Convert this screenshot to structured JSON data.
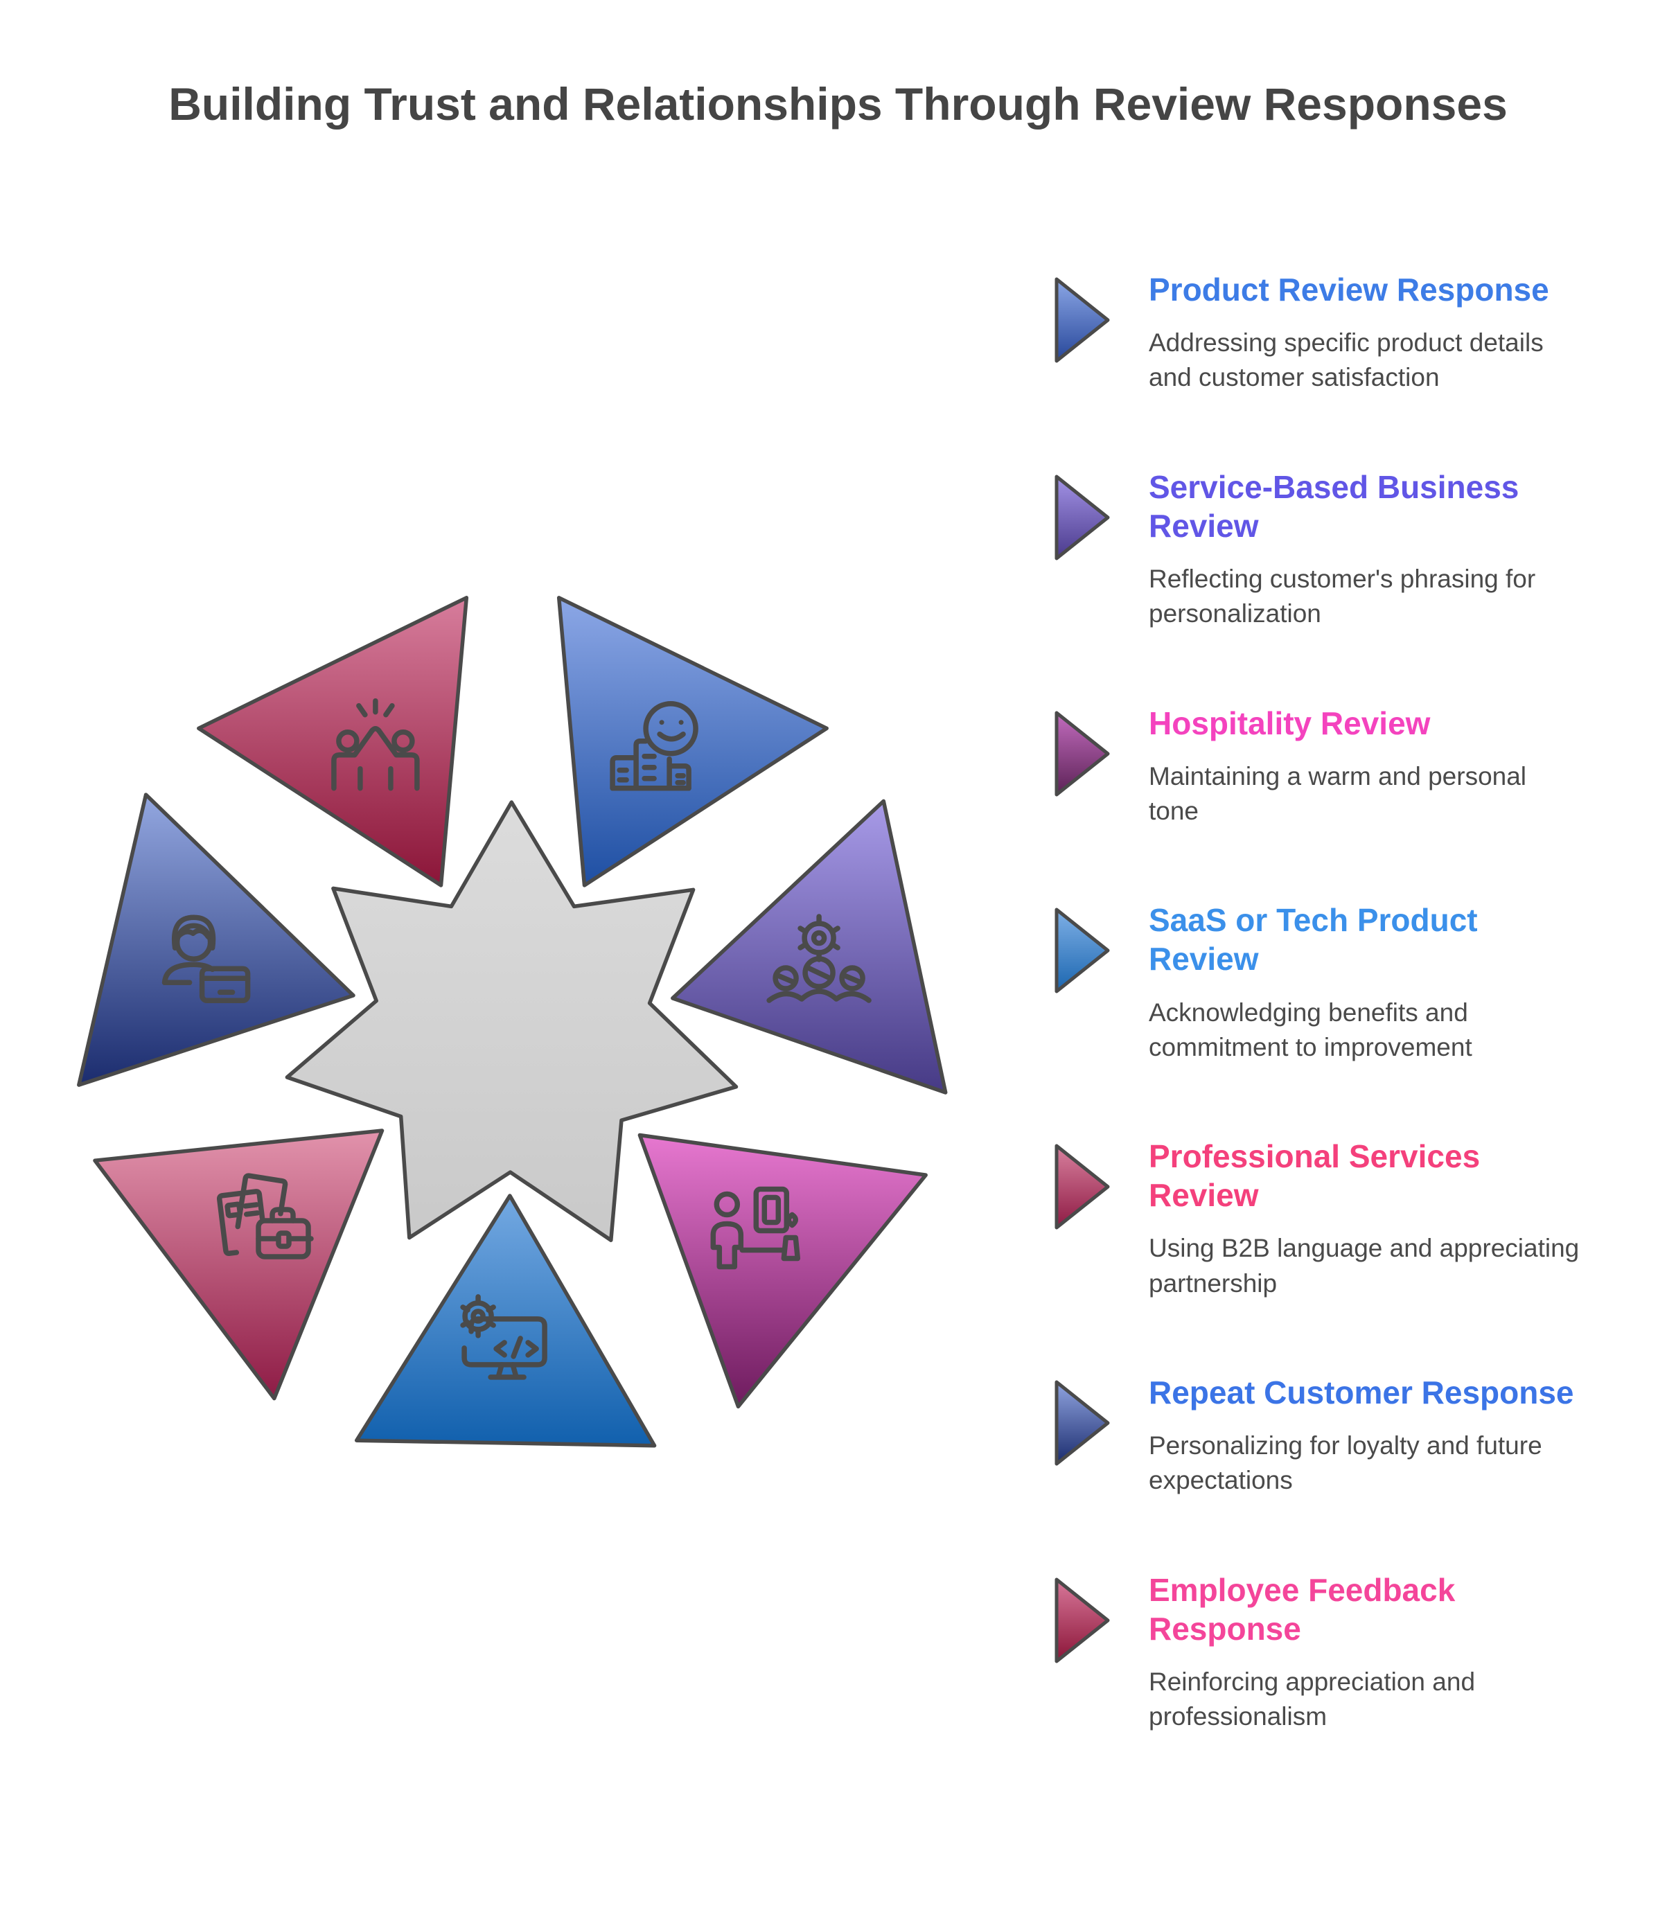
{
  "title": "Building Trust and Relationships Through Review Responses",
  "colors": {
    "background": "#FFFFFF",
    "title_text": "#454545",
    "body_text": "#4A4A4A",
    "outline": "#4A4A4A"
  },
  "legend": {
    "items": [
      {
        "label": "Product Review Response",
        "description": "Addressing specific product details and customer satisfaction",
        "title_color": "#3D7CE6",
        "marker_light": "#8CA7E6",
        "marker_dark": "#27479A"
      },
      {
        "label": "Service-Based Business Review",
        "description": "Reflecting customer's phrasing for personalization",
        "title_color": "#6156E6",
        "marker_light": "#A393E6",
        "marker_dark": "#4A3A8C"
      },
      {
        "label": "Hospitality Review",
        "description": "Maintaining a warm and personal tone",
        "title_color": "#F443BE",
        "marker_light": "#C26CBE",
        "marker_dark": "#5C2256"
      },
      {
        "label": "SaaS or Tech Product Review",
        "description": "Acknowledging benefits and commitment to improvement",
        "title_color": "#3B90EA",
        "marker_light": "#7FB0E6",
        "marker_dark": "#1B66B0"
      },
      {
        "label": "Professional Services Review",
        "description": "Using B2B language and appreciating partnership",
        "title_color": "#F4407C",
        "marker_light": "#D8809E",
        "marker_dark": "#8E1B44"
      },
      {
        "label": "Repeat Customer Response",
        "description": "Personalizing for loyalty and future expectations",
        "title_color": "#3B74E6",
        "marker_light": "#90A4E0",
        "marker_dark": "#1B2C6E"
      },
      {
        "label": "Employee Feedback Response",
        "description": "Reinforcing appreciation and professionalism",
        "title_color": "#F4459A",
        "marker_light": "#D8789A",
        "marker_dark": "#8B1538"
      }
    ]
  },
  "wheel": {
    "center_fill_light": "#DCDCDC",
    "center_fill_dark": "#C9C9C9",
    "stroke": "#4A4A4A",
    "segments": [
      {
        "id": "product-review-response",
        "icon": "building-smiley-icon",
        "angle_deg": 296,
        "color_light": "#8CA7E6",
        "color_dark": "#1E4FA3"
      },
      {
        "id": "service-based-business-review",
        "icon": "gear-team-icon",
        "angle_deg": 348,
        "color_light": "#A89BE8",
        "color_dark": "#463A85"
      },
      {
        "id": "hospitality-review",
        "icon": "person-room-icon",
        "angle_deg": 39,
        "color_light": "#E778D0",
        "color_dark": "#6E1B5E"
      },
      {
        "id": "saas-or-tech-product-review",
        "icon": "monitor-code-icon",
        "angle_deg": 91,
        "color_light": "#74A9E2",
        "color_dark": "#1160AD"
      },
      {
        "id": "professional-services-review",
        "icon": "documents-briefcase-icon",
        "angle_deg": 143,
        "color_light": "#E293AC",
        "color_dark": "#8E1B45"
      },
      {
        "id": "repeat-customer-response",
        "icon": "customer-card-icon",
        "angle_deg": 193,
        "color_light": "#93A7E0",
        "color_dark": "#1B2C6E"
      },
      {
        "id": "employee-feedback-response",
        "icon": "high-five-icon",
        "angle_deg": 244,
        "color_light": "#D77D9C",
        "color_dark": "#8B1538"
      }
    ]
  }
}
